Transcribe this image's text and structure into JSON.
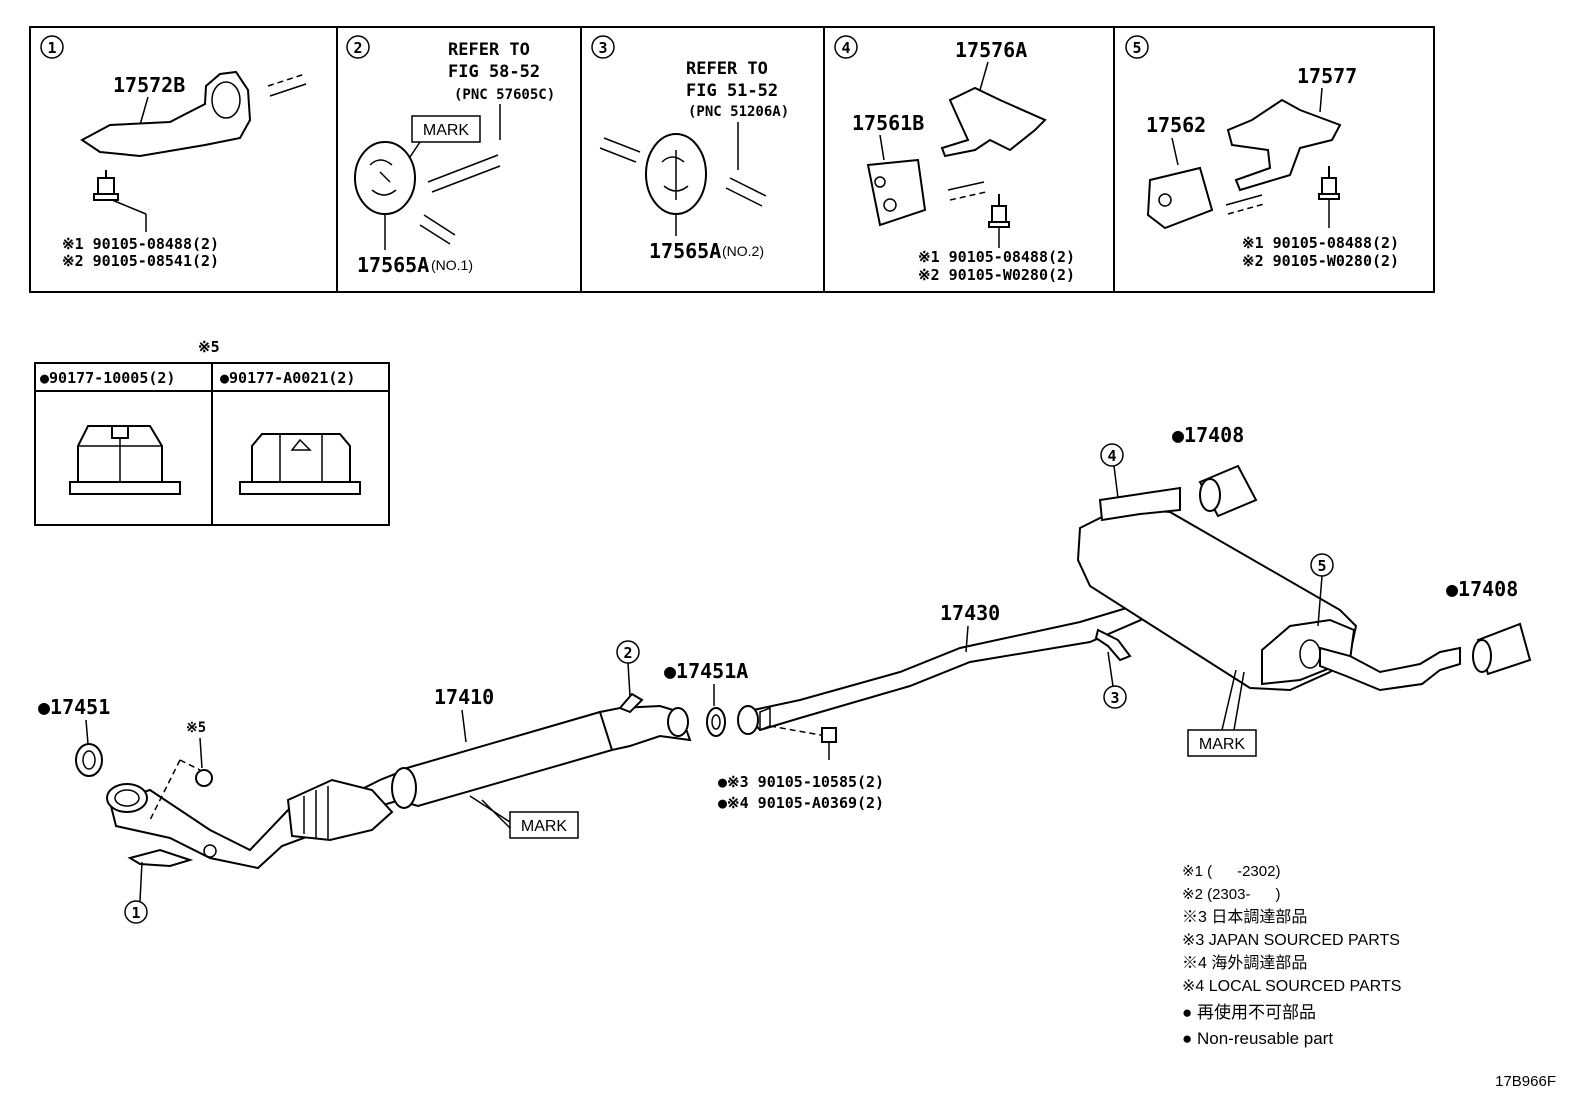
{
  "panels": [
    {
      "circle": "1",
      "part": "17572B",
      "bolt_lines": [
        "※1 90105-08488(2)",
        "※2 90105-08541(2)"
      ]
    },
    {
      "circle": "2",
      "refer_line1": "REFER TO",
      "refer_line2": "FIG 58-52",
      "refer_pnc": "(PNC 57605C)",
      "mark": "MARK",
      "part": "17565A",
      "suffix": "(NO.1)"
    },
    {
      "circle": "3",
      "refer_line1": "REFER TO",
      "refer_line2": "FIG 51-52",
      "refer_pnc": "(PNC 51206A)",
      "part": "17565A",
      "suffix": "(NO.2)"
    },
    {
      "circle": "4",
      "part_a": "17576A",
      "part_b": "17561B",
      "bolt_lines": [
        "※1 90105-08488(2)",
        "※2 90105-W0280(2)"
      ]
    },
    {
      "circle": "5",
      "part_a": "17577",
      "part_b": "17562",
      "bolt_lines": [
        "※1 90105-08488(2)",
        "※2 90105-W0280(2)"
      ]
    }
  ],
  "nut_table": {
    "note": "※5",
    "col1": "●90177-10005(2)",
    "col2": "●90177-A0021(2)"
  },
  "callouts": {
    "c1": "1",
    "c2": "2",
    "c3": "3",
    "c4": "4",
    "c5": "5",
    "p17451": "●17451",
    "note5": "※5",
    "p17410": "17410",
    "mark1": "MARK",
    "p17451a": "●17451A",
    "bolt3": "●※3 90105-10585(2)",
    "bolt4": "●※4 90105-A0369(2)",
    "p17430": "17430",
    "p17408a": "●17408",
    "p17408b": "●17408",
    "mark2": "MARK"
  },
  "legend": [
    "※1 (      -2302)",
    "※2 (2303-      )",
    "※3 日本調達部品",
    "※3 JAPAN SOURCED PARTS",
    "※4 海外調達部品",
    "※4 LOCAL SOURCED PARTS",
    "● 再使用不可部品",
    "● Non-reusable part"
  ],
  "diagram_code": "17B966F"
}
